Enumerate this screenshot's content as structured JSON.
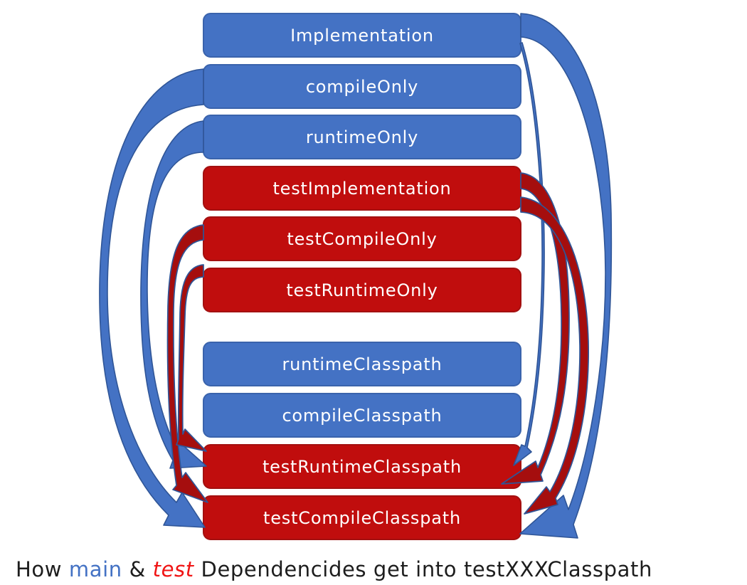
{
  "diagram": {
    "title_hint": "Gradle dependency configurations flow",
    "nodes": [
      {
        "id": "implementation",
        "label": "Implementation",
        "type": "main"
      },
      {
        "id": "compileOnly",
        "label": "compileOnly",
        "type": "main"
      },
      {
        "id": "runtimeOnly",
        "label": "runtimeOnly",
        "type": "main"
      },
      {
        "id": "testImplementation",
        "label": "testImplementation",
        "type": "test"
      },
      {
        "id": "testCompileOnly",
        "label": "testCompileOnly",
        "type": "test"
      },
      {
        "id": "testRuntimeOnly",
        "label": "testRuntimeOnly",
        "type": "test"
      },
      {
        "id": "runtimeClasspath",
        "label": "runtimeClasspath",
        "type": "main"
      },
      {
        "id": "compileClasspath",
        "label": "compileClasspath",
        "type": "main"
      },
      {
        "id": "testRuntimeClasspath",
        "label": "testRuntimeClasspath",
        "type": "test"
      },
      {
        "id": "testCompileClasspath",
        "label": "testCompileClasspath",
        "type": "test"
      }
    ],
    "edges": [
      {
        "from": "implementation",
        "to": "testCompileClasspath",
        "color": "blue",
        "side": "right",
        "weight": "thick"
      },
      {
        "from": "implementation",
        "to": "testRuntimeClasspath",
        "color": "blue",
        "side": "right",
        "weight": "thin"
      },
      {
        "from": "compileOnly",
        "to": "testCompileClasspath",
        "color": "blue",
        "side": "left",
        "weight": "thick"
      },
      {
        "from": "runtimeOnly",
        "to": "testRuntimeClasspath",
        "color": "blue",
        "side": "left",
        "weight": "medium"
      },
      {
        "from": "testImplementation",
        "to": "testRuntimeClasspath",
        "color": "red",
        "side": "right",
        "weight": "medium"
      },
      {
        "from": "testImplementation",
        "to": "testCompileClasspath",
        "color": "red",
        "side": "right",
        "weight": "medium"
      },
      {
        "from": "testCompileOnly",
        "to": "testCompileClasspath",
        "color": "red",
        "side": "left",
        "weight": "thin"
      },
      {
        "from": "testRuntimeOnly",
        "to": "testRuntimeClasspath",
        "color": "red",
        "side": "left",
        "weight": "thin"
      }
    ],
    "colors": {
      "main_fill": "#4472C4",
      "main_border": "#3A63AC",
      "test_fill": "#C00D0D",
      "test_border": "#A31010",
      "arrow_blue": "#4472C4",
      "arrow_red": "#A50E0E",
      "arrow_outline": "#2F5597",
      "text": "#FFFFFF"
    }
  },
  "caption": {
    "parts": [
      {
        "text": "How ",
        "color": "#1d1d1d"
      },
      {
        "text": "main",
        "color": "#4472C4"
      },
      {
        "text": " & ",
        "color": "#1d1d1d"
      },
      {
        "text": "test",
        "color": "#F01414",
        "style": "italic"
      },
      {
        "text": " Dependencides get into testXXXClasspath",
        "color": "#1d1d1d"
      }
    ]
  }
}
